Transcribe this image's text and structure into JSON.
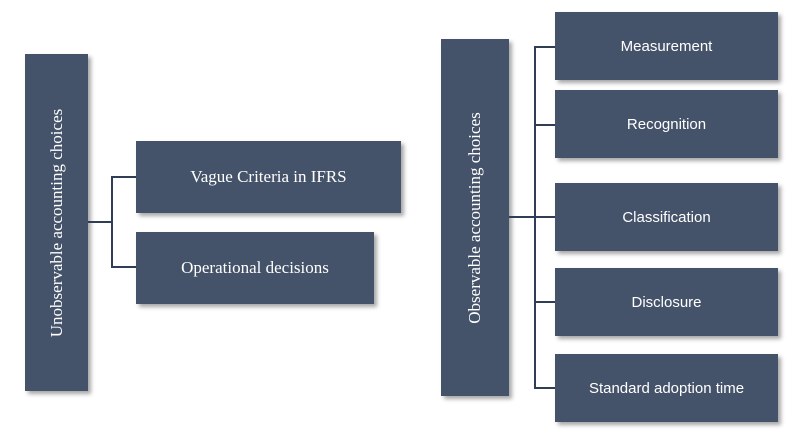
{
  "left_group": {
    "root_label": "Unobservable accounting choices",
    "children": [
      "Vague Criteria in IFRS",
      "Operational decisions"
    ]
  },
  "right_group": {
    "root_label": "Observable accounting choices",
    "children": [
      "Measurement",
      "Recognition",
      "Classification",
      "Disclosure",
      "Standard adoption time"
    ]
  },
  "colors": {
    "box_fill": "#45536a",
    "box_text": "#ffffff",
    "connector": "#2f3e55"
  }
}
